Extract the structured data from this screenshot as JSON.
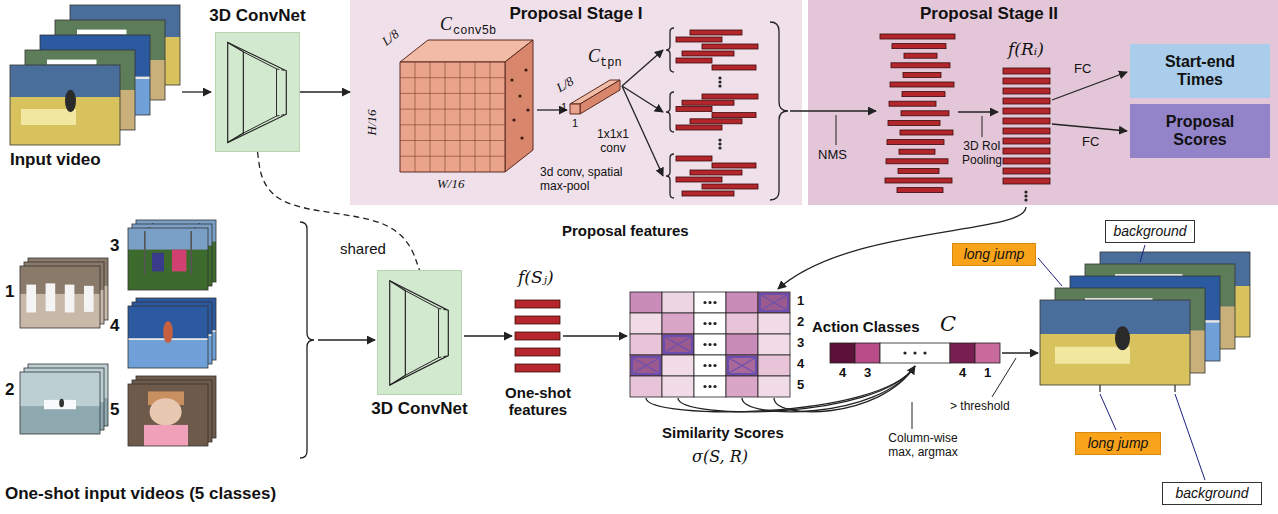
{
  "diagram": {
    "nodes": [
      {
        "text": [
          "3D ConvNet"
        ]
      },
      {
        "text": [
          "Proposal Stage I"
        ]
      },
      {
        "text": [
          "Proposal Stage II"
        ]
      },
      {
        "text": [
          "Start-end Times"
        ],
        "in": 2
      },
      {
        "text": [
          "Proposal Scores"
        ],
        "in": 2
      },
      {
        "text": [
          "3D ConvNet"
        ]
      },
      {
        "text": [
          "background"
        ]
      },
      {
        "text": [
          "long jump"
        ]
      },
      {
        "text": [
          "long jump"
        ]
      },
      {
        "text": [
          "background"
        ]
      }
    ],
    "edges": [
      {
        "from": 0,
        "to": 1,
        "arrow": "to"
      },
      {
        "from": 0,
        "to": 5,
        "label": "shared",
        "arrow": "none"
      }
    ],
    "labels": [
      "Input video",
      "C",
      "conv5b",
      "L/8",
      "H/16",
      "W/16",
      "C",
      "tpn",
      "L/8",
      "1",
      "1",
      "3d conv, spatial max-pool",
      "1x1x1 conv",
      "NMS",
      "3D RoI Pooling",
      "f(Rᵢ)",
      "FC",
      "FC",
      "1",
      "2",
      "3",
      "4",
      "5",
      "One-shot input videos (5 classes)",
      "f(Sⱼ)",
      "One-shot features",
      "Proposal features",
      "1",
      "2",
      "3",
      "4",
      "5",
      "Action Classes",
      "C",
      "4",
      "3",
      "4",
      "1",
      "Similarity Scores",
      "σ(S, R)",
      "Column-wise max, argmax",
      "> threshold"
    ]
  }
}
